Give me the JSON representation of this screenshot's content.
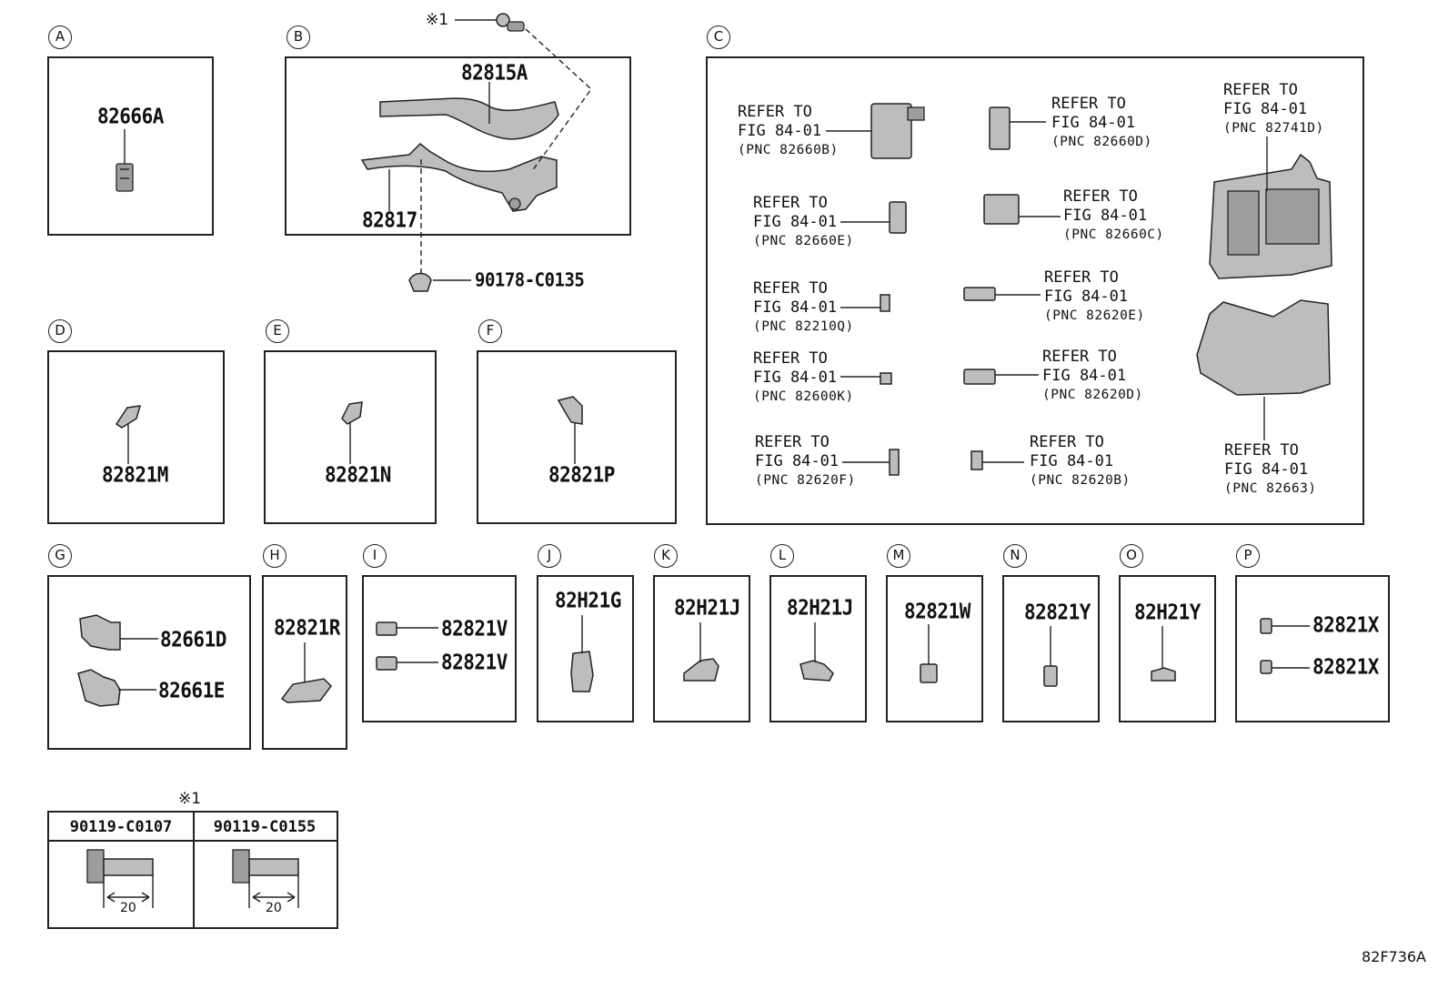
{
  "sections": {
    "A": {
      "letter": "A",
      "parts": [
        "82666A"
      ]
    },
    "B": {
      "letter": "B",
      "parts": [
        "82815A",
        "82817"
      ],
      "screw_note": "※1",
      "clip": "90178-C0135"
    },
    "C": {
      "letter": "C",
      "refs": [
        {
          "l1": "REFER TO",
          "l2": "FIG 84-01",
          "l3": "(PNC 82660B)"
        },
        {
          "l1": "REFER TO",
          "l2": "FIG 84-01",
          "l3": "(PNC 82660D)"
        },
        {
          "l1": "REFER TO",
          "l2": "FIG 84-01",
          "l3": "(PNC 82741D)"
        },
        {
          "l1": "REFER TO",
          "l2": "FIG 84-01",
          "l3": "(PNC 82660E)"
        },
        {
          "l1": "REFER TO",
          "l2": "FIG 84-01",
          "l3": "(PNC 82660C)"
        },
        {
          "l1": "REFER TO",
          "l2": "FIG 84-01",
          "l3": "(PNC 82210Q)"
        },
        {
          "l1": "REFER TO",
          "l2": "FIG 84-01",
          "l3": "(PNC 82620E)"
        },
        {
          "l1": "REFER TO",
          "l2": "FIG 84-01",
          "l3": "(PNC 82600K)"
        },
        {
          "l1": "REFER TO",
          "l2": "FIG 84-01",
          "l3": "(PNC 82620D)"
        },
        {
          "l1": "REFER TO",
          "l2": "FIG 84-01",
          "l3": "(PNC 82663)"
        },
        {
          "l1": "REFER TO",
          "l2": "FIG 84-01",
          "l3": "(PNC 82620F)"
        },
        {
          "l1": "REFER TO",
          "l2": "FIG 84-01",
          "l3": "(PNC 82620B)"
        }
      ]
    },
    "D": {
      "letter": "D",
      "parts": [
        "82821M"
      ]
    },
    "E": {
      "letter": "E",
      "parts": [
        "82821N"
      ]
    },
    "F": {
      "letter": "F",
      "parts": [
        "82821P"
      ]
    },
    "G": {
      "letter": "G",
      "parts": [
        "82661D",
        "82661E"
      ]
    },
    "H": {
      "letter": "H",
      "parts": [
        "82821R"
      ]
    },
    "I": {
      "letter": "I",
      "parts": [
        "82821V",
        "82821V"
      ]
    },
    "J": {
      "letter": "J",
      "parts": [
        "82H21G"
      ]
    },
    "K": {
      "letter": "K",
      "parts": [
        "82H21J"
      ]
    },
    "L": {
      "letter": "L",
      "parts": [
        "82H21J"
      ]
    },
    "M": {
      "letter": "M",
      "parts": [
        "82821W"
      ]
    },
    "N": {
      "letter": "N",
      "parts": [
        "82821Y"
      ]
    },
    "O": {
      "letter": "O",
      "parts": [
        "82H21Y"
      ]
    },
    "P": {
      "letter": "P",
      "parts": [
        "82821X",
        "82821X"
      ]
    }
  },
  "bolt_table": {
    "note": "※1",
    "columns": [
      "90119-C0107",
      "90119-C0155"
    ],
    "lengths": [
      "20",
      "20"
    ]
  },
  "figure_code": "82F736A"
}
